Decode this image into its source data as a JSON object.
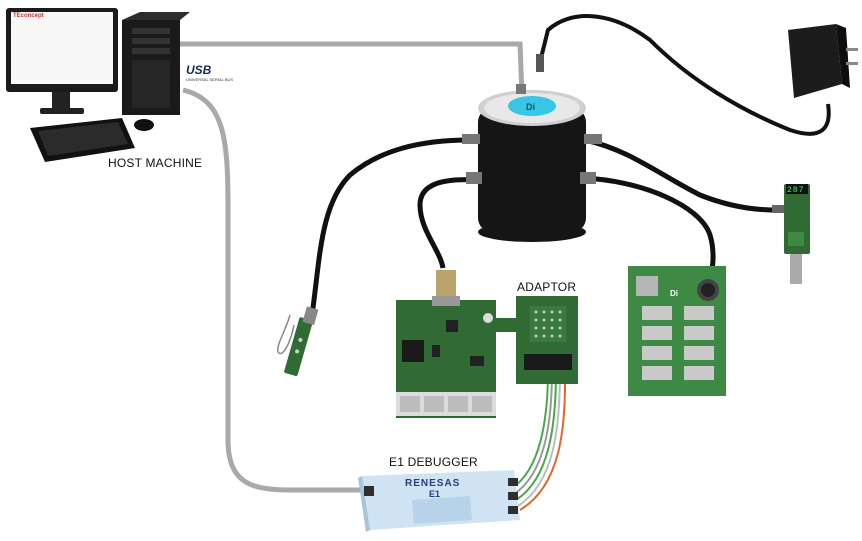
{
  "labels": {
    "host_machine": "HOST MACHINE",
    "adaptor": "ADAPTOR",
    "e1_debugger": "E1 DEBUGGER"
  },
  "host_screen": {
    "app_title": "TEconcept"
  },
  "usb_logo": {
    "text": "USB",
    "subtext": "UNIVERSAL SERIAL BUS"
  },
  "debugger": {
    "brand": "RENESAS",
    "model": "E1"
  },
  "sensor_display": {
    "digits": "287"
  },
  "colors": {
    "cable_black": "#111111",
    "cable_gray": "#a9a9a9",
    "hub_body": "#151515",
    "hub_glow": "#38c6e6",
    "pcb_green": "#2f6b33",
    "terminal_green": "#3e8a45",
    "debugger_blue": "#cfe3f3",
    "ribbon_orange": "#e4662a",
    "ribbon_green": "#4aa84a"
  }
}
